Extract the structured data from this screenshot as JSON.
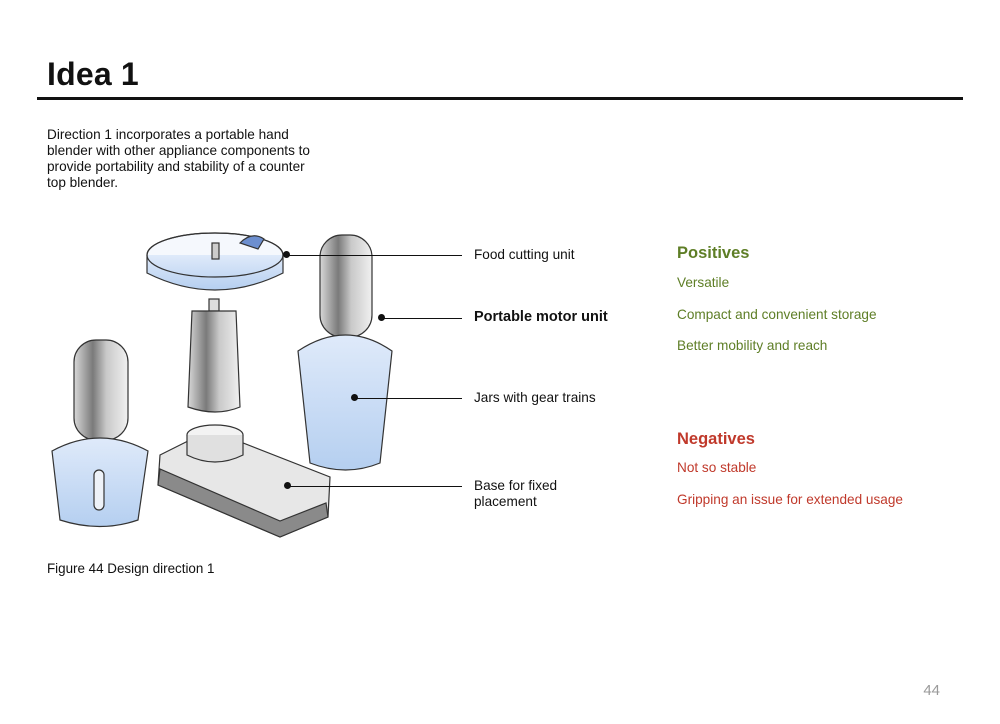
{
  "page": {
    "title": "Idea 1",
    "intro": "Direction 1 incorporates a portable hand blender with other appliance components to provide portability and stability of a counter top blender.",
    "caption": "Figure 44 Design direction 1",
    "page_number": "44"
  },
  "callouts": [
    {
      "label": "Food cutting unit"
    },
    {
      "label": "Portable motor unit"
    },
    {
      "label": "Jars with gear trains"
    },
    {
      "label": "Base for fixed placement"
    }
  ],
  "positives": {
    "title": "Positives",
    "items": [
      "Versatile",
      "Compact and convenient storage",
      "Better mobility and reach"
    ]
  },
  "negatives": {
    "title": "Negatives",
    "items": [
      "Not so stable",
      "Gripping an issue for extended usage"
    ]
  },
  "colors": {
    "positive": "#5e7e26",
    "negative": "#c0392b",
    "sketch_blue": "#b9d3f0"
  }
}
